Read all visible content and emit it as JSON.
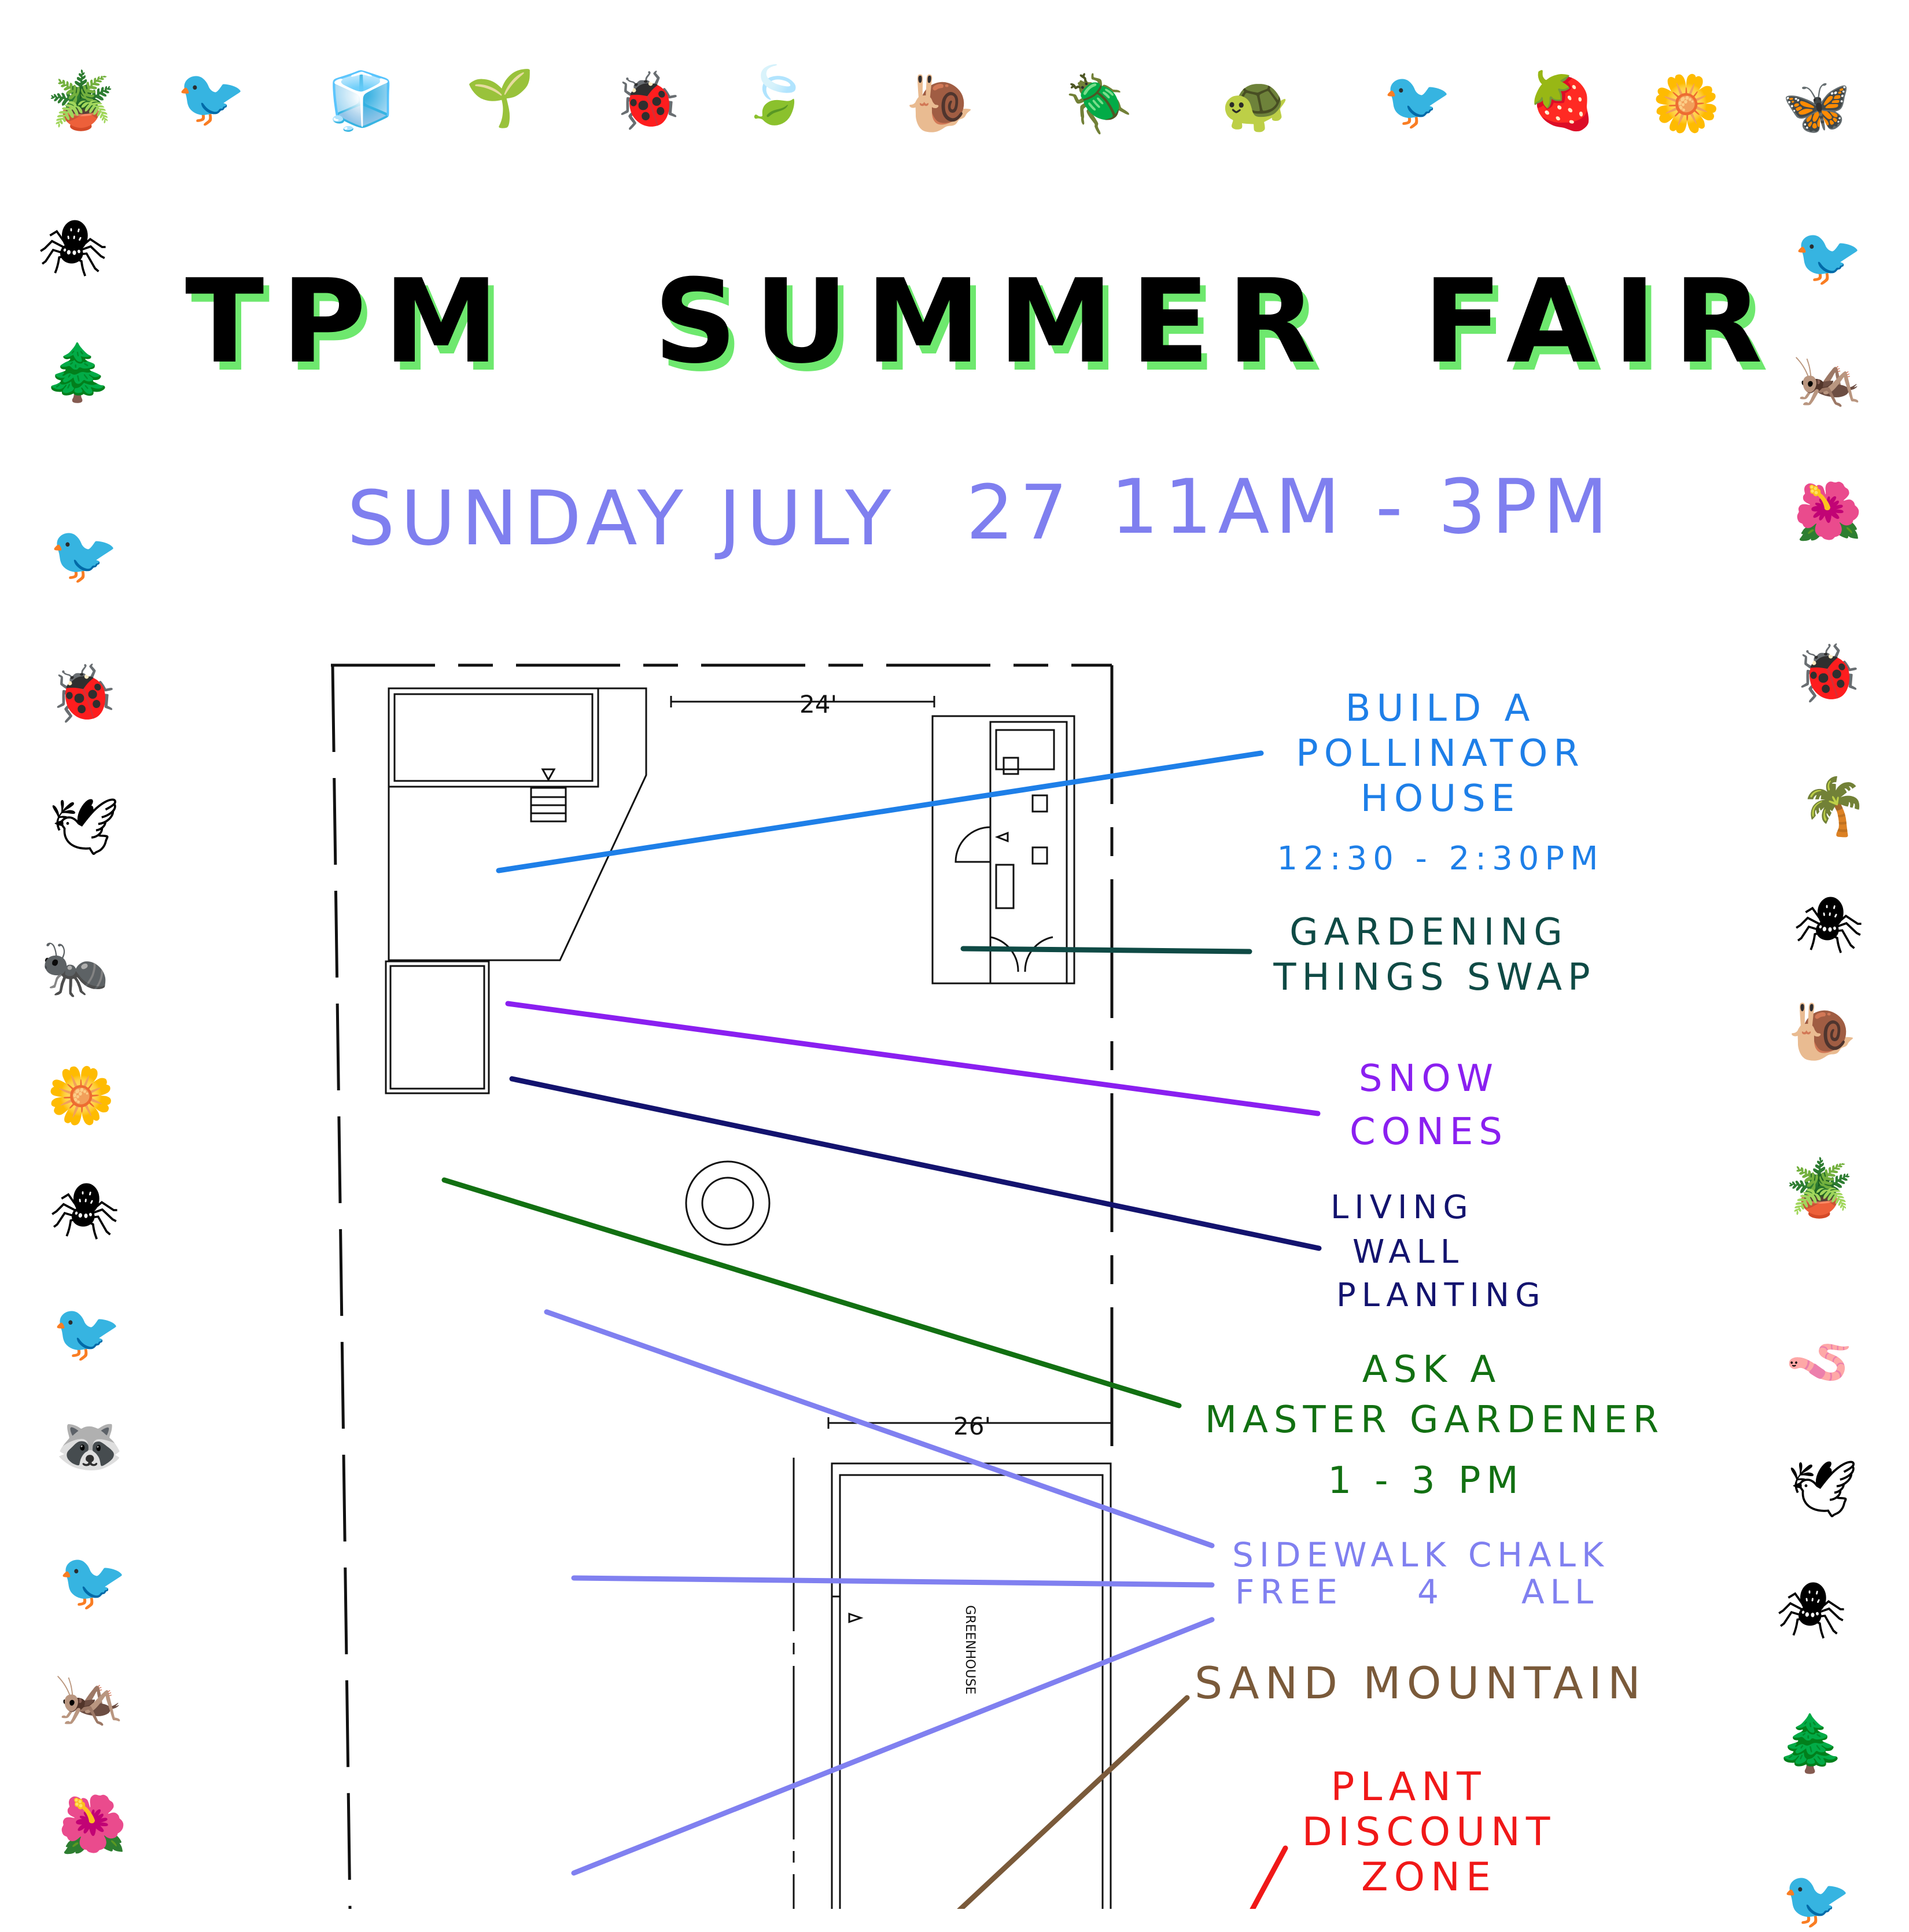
{
  "poster": {
    "title_words": [
      "TPM",
      "SUMMER",
      "FAIR"
    ],
    "date": "SUNDAY  JULY",
    "day": "27",
    "time": "11AM - 3PM"
  },
  "plan": {
    "dim_top": "24'",
    "dim_lower": "26'",
    "greenhouse": "GREENHOUSE"
  },
  "activities": {
    "pollinator": {
      "line1": "BUILD A",
      "line2": "POLLINATOR",
      "line3": "HOUSE",
      "time": "12:30 - 2:30PM",
      "color": "#1e7fe8"
    },
    "swap": {
      "line1": "GARDENING",
      "line2": "THINGS SWAP",
      "color": "#0f4a45"
    },
    "snow": {
      "line1": "SNOW",
      "line2": "CONES",
      "color": "#8a1ff0"
    },
    "wall": {
      "line1": "LIVING",
      "line2": "WALL",
      "line3": "PLANTING",
      "color": "#13136e"
    },
    "gardener": {
      "line1": "ASK A",
      "line2": "MASTER GARDENER",
      "time": "1 - 3 PM",
      "color": "#127012"
    },
    "chalk": {
      "line1": "SIDEWALK CHALK",
      "line2a": "FREE",
      "line2b": "4",
      "line2c": "ALL",
      "color": "#8080f0"
    },
    "sand": {
      "line1": "SAND  MOUNTAIN",
      "color": "#7a5a3a"
    },
    "plants": {
      "line1": "PLANT",
      "line2": "DISCOUNT",
      "line3": "ZONE",
      "color": "#f01818"
    }
  },
  "border_icons": {
    "top": [
      "flower-pot-icon",
      "pigeon-icon",
      "cooler-icon",
      "seedling-icon",
      "ladybug-icon",
      "leaf-icon",
      "snail-icon",
      "beetle-icon",
      "turtle-icon",
      "bluebird-icon",
      "strawberry-icon",
      "orange-flower-icon",
      "dragonfly-icon"
    ],
    "left": [
      "spider-icon",
      "potted-tree-icon",
      "crow-icon",
      "ladybug-icon",
      "seagull-icon",
      "ant-icon",
      "yellow-flower-icon",
      "yellow-spider-icon",
      "purple-bird-icon",
      "raccoon-icon",
      "hummingbird-icon",
      "grasshopper-icon",
      "red-flower-icon"
    ],
    "right": [
      "hummingbird-icon",
      "grasshopper-icon",
      "red-flower-icon",
      "ladybug-icon",
      "palm-icon",
      "red-spider-icon",
      "snail-icon",
      "potted-bush-icon",
      "worm-icon",
      "seagull-icon",
      "spider-icon",
      "potted-tree-icon",
      "crow-icon"
    ]
  }
}
